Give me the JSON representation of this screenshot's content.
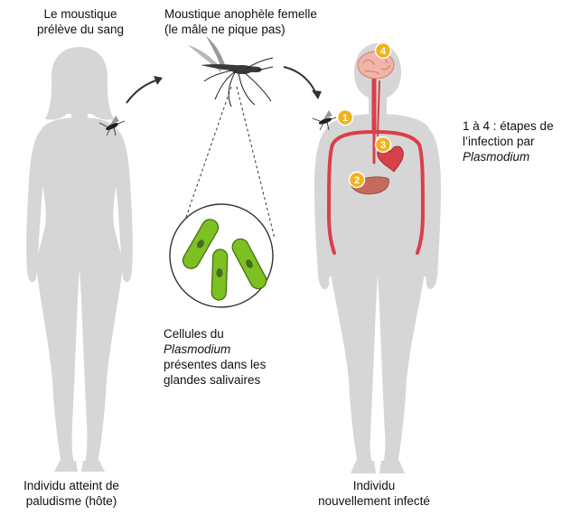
{
  "labels": {
    "mosquito_takes_blood": [
      "Le moustique",
      "prélève du sang"
    ],
    "female_anopheles": [
      "Moustique anophèle femelle",
      "(le mâle ne pique pas)"
    ],
    "stages_legend": {
      "line1": "1 à 4 : étapes de",
      "line2": "l’infection par",
      "line3_italic": "Plasmodium"
    },
    "plasmodium_cells": {
      "line1": "Cellules du",
      "line2_italic": "Plasmodium",
      "line3": "présentes dans les",
      "line4": "glandes salivaires"
    },
    "infected_host": [
      "Individu atteint de",
      "paludisme (hôte)"
    ],
    "newly_infected": [
      "Individu",
      "nouvellement infecté"
    ]
  },
  "steps": [
    "1",
    "2",
    "3",
    "4"
  ],
  "colors": {
    "body": "#d6d6d6",
    "vessel": "#d9404a",
    "badge": "#f2b21b",
    "cell": "#7cc021",
    "arrow": "#333333"
  }
}
